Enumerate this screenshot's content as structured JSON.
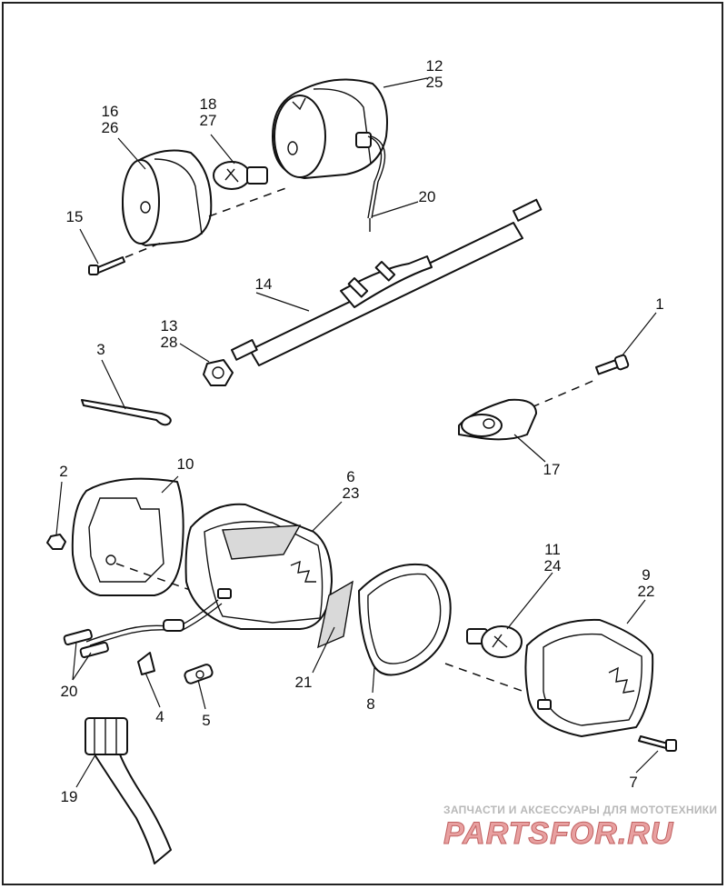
{
  "callouts": {
    "c1": "1",
    "c2": "2",
    "c3": "3",
    "c4": "4",
    "c5": "5",
    "c6": "6",
    "c7": "7",
    "c8": "8",
    "c9": "9",
    "c10": "10",
    "c11": "11",
    "c12": "12",
    "c13": "13",
    "c14": "14",
    "c15": "15",
    "c16": "16",
    "c17": "17",
    "c18": "18",
    "c19": "19",
    "c20a": "20",
    "c20b": "20",
    "c21": "21",
    "c22": "22",
    "c23": "23",
    "c24": "24",
    "c25": "25",
    "c26": "26",
    "c27": "27",
    "c28": "28"
  },
  "watermark": {
    "tagline": "ЗАПЧАСТИ И АКСЕССУАРЫ ДЛЯ МОТОТЕХНИКИ",
    "logo": "PARTSFOR.RU"
  },
  "colors": {
    "logo": "#e8a0a0",
    "line": "#111111"
  }
}
